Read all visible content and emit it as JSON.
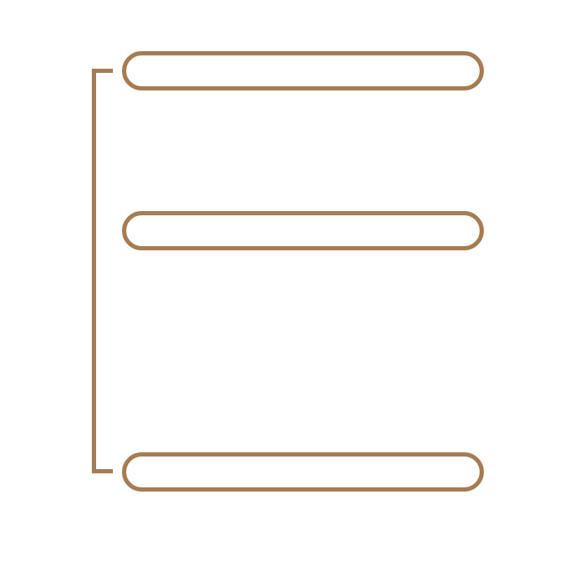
{
  "diagram": {
    "stroke_color": "#a67c52",
    "nodes": [
      {
        "id": "node-1",
        "label": ""
      },
      {
        "id": "node-2",
        "label": ""
      },
      {
        "id": "node-3",
        "label": ""
      }
    ],
    "bracket": {
      "connects": [
        "node-1",
        "node-3"
      ]
    }
  }
}
